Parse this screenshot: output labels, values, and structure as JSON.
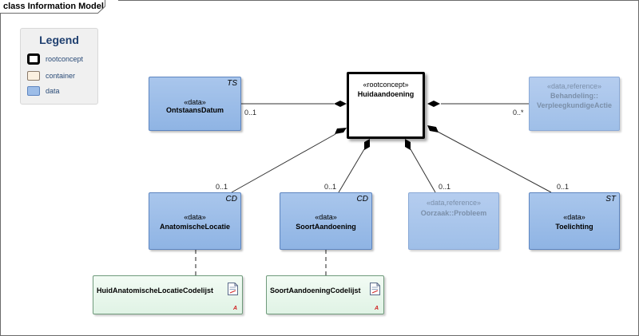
{
  "diagram": {
    "frame_title": "class Information Model",
    "legend": {
      "title": "Legend",
      "items": [
        {
          "label": "rootconcept",
          "fill": "#ffffff",
          "border": "#000000"
        },
        {
          "label": "container",
          "fill": "#fbf0e0",
          "border": "#8a7a6a"
        },
        {
          "label": "data",
          "fill": "#9dbde8",
          "border": "#5d85c0"
        }
      ]
    },
    "root": {
      "stereotype": "«rootconcept»",
      "name": "Huidaandoening"
    },
    "classes": {
      "ontstaans": {
        "stereotype": "«data»",
        "name": "OntstaansDatum",
        "tag": "TS"
      },
      "behandeling": {
        "stereotype": "«data,reference»",
        "name": "Behandeling::",
        "name2": "VerpleegkundigeActie"
      },
      "anatomisch": {
        "stereotype": "«data»",
        "name": "AnatomischeLocatie",
        "tag": "CD"
      },
      "soort": {
        "stereotype": "«data»",
        "name": "SoortAandoening",
        "tag": "CD"
      },
      "oorzaak": {
        "stereotype": "«data,reference»",
        "name": "Oorzaak::Probleem"
      },
      "toelichting": {
        "stereotype": "«data»",
        "name": "Toelichting",
        "tag": "ST"
      }
    },
    "codelists": {
      "huid": {
        "name": "HuidAnatomischeLocatieCodelijst",
        "marker": "A"
      },
      "soort": {
        "name": "SoortAandoeningCodelijst",
        "marker": "A"
      }
    },
    "multiplicities": {
      "ontstaans": "0..1",
      "behandeling": "0..*",
      "anatomisch": "0..1",
      "soort": "0..1",
      "oorzaak": "0..1",
      "toelichting": "0..1"
    },
    "colors": {
      "data_fill": "#9dbde8",
      "data_border": "#5d85c0",
      "codelist_fill": "#e6f5ea",
      "root_border": "#000000"
    }
  }
}
